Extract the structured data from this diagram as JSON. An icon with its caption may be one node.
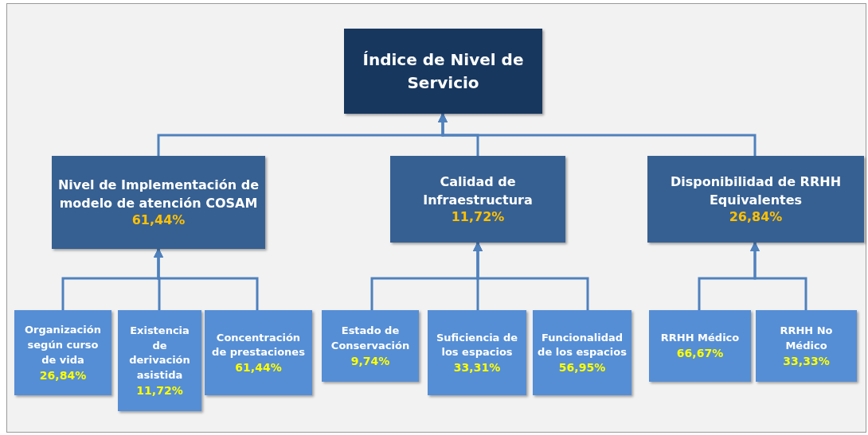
{
  "diagram": {
    "nodes": [
      {
        "text": [
          "Índice de Nivel de Servicio"
        ]
      },
      {
        "text": [
          "Nivel de Implementación de modelo de atención COSAM",
          "61,44%"
        ]
      },
      {
        "text": [
          "Calidad de Infraestructura",
          "11,72%"
        ]
      },
      {
        "text": [
          "Disponibilidad de RRHH Equivalentes",
          "26,84%"
        ]
      },
      {
        "text": [
          "Organización según curso de vida",
          "26,84%"
        ]
      },
      {
        "text": [
          "Existencia de derivación asistida",
          "11,72%"
        ]
      },
      {
        "text": [
          "Concentración de prestaciones",
          "61,44%"
        ]
      },
      {
        "text": [
          "Estado de Conservación",
          "9,74%"
        ]
      },
      {
        "text": [
          "Suficiencia de los espacios",
          "33,31%"
        ]
      },
      {
        "text": [
          "Funcionalidad de los espacios",
          "56,95%"
        ]
      },
      {
        "text": [
          "RRHH Médico",
          "66,67%"
        ]
      },
      {
        "text": [
          "RRHH No Médico",
          "33,33%"
        ]
      }
    ],
    "edges": [
      {
        "from": 1,
        "to": 0,
        "arrow": "to"
      },
      {
        "from": 2,
        "to": 0,
        "arrow": "to"
      },
      {
        "from": 3,
        "to": 0,
        "arrow": "to"
      },
      {
        "from": 4,
        "to": 1,
        "arrow": "to"
      },
      {
        "from": 5,
        "to": 1,
        "arrow": "to"
      },
      {
        "from": 6,
        "to": 1,
        "arrow": "to"
      },
      {
        "from": 7,
        "to": 2,
        "arrow": "to"
      },
      {
        "from": 8,
        "to": 2,
        "arrow": "to"
      },
      {
        "from": 9,
        "to": 2,
        "arrow": "to"
      },
      {
        "from": 10,
        "to": 3,
        "arrow": "to"
      },
      {
        "from": 11,
        "to": 3,
        "arrow": "to"
      }
    ]
  }
}
